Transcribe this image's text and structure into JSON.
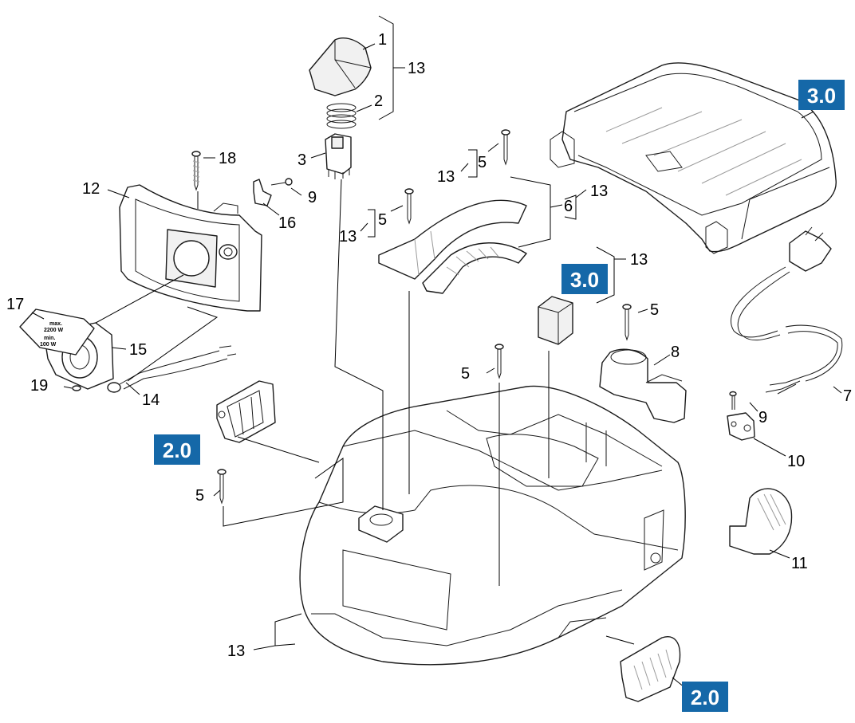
{
  "callouts": {
    "c1": "1",
    "c2": "2",
    "c3": "3",
    "c5a": "5",
    "c5b": "5",
    "c5c": "5",
    "c5d": "5",
    "c5e": "5",
    "c6": "6",
    "c7": "7",
    "c8": "8",
    "c9a": "9",
    "c9b": "9",
    "c10": "10",
    "c11": "11",
    "c12": "12",
    "c13a": "13",
    "c13b": "13",
    "c13c": "13",
    "c13d": "13",
    "c13e": "13",
    "c13f": "13",
    "c14": "14",
    "c15": "15",
    "c16": "16",
    "c17": "17",
    "c18": "18",
    "c19": "19"
  },
  "badges": {
    "b1": "3.0",
    "b2": "3.0",
    "b3": "2.0",
    "b4": "2.0"
  },
  "socket_label": {
    "max": "max.",
    "max_value": "2200 W",
    "min": "min.",
    "min_value": "100 W"
  },
  "colors": {
    "badge": "#1568a8",
    "line": "#1a1a1a"
  }
}
